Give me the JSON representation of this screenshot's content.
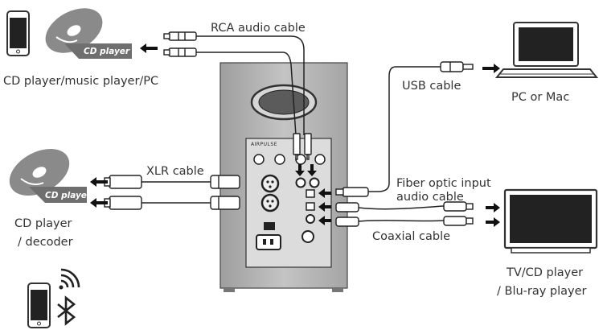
{
  "labels": {
    "rca_cable": "RCA audio cable",
    "usb_cable": "USB cable",
    "xlr_cable": "XLR cable",
    "fiber_cable_line1": "Fiber optic input",
    "fiber_cable_line2": "audio cable",
    "coaxial_cable": "Coaxial cable",
    "cd_music_pc": "CD player/music player/PC",
    "pc_mac": "PC or Mac",
    "cd_decoder_line1": "CD player",
    "cd_decoder_line2": "/ decoder",
    "tv_line1": "TV/CD player",
    "tv_line2": "/ Blu-ray player"
  },
  "device_text": {
    "cd_badge_top": "CD player",
    "cd_badge_left": "CD player",
    "speaker_brand": "AIRPULSE"
  },
  "icons": [
    "phone-icon",
    "cd-player-icon",
    "laptop-icon",
    "monitor-icon",
    "wifi-icon",
    "bluetooth-icon",
    "arrow-icon"
  ],
  "colors": {
    "line": "#222222",
    "speaker_body": "#b9b9b9",
    "panel": "#d8d8d8",
    "disc_gray": "#8a8a8a"
  }
}
